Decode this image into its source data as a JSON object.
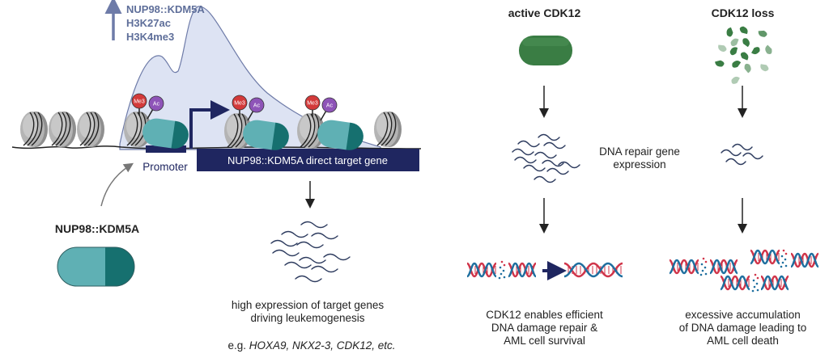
{
  "left_panel": {
    "peak_marks": [
      "NUP98::KDM5A",
      "H3K27ac",
      "H3K4me3"
    ],
    "promoter_label": "Promoter",
    "gene_label": "NUP98::KDM5A direct target gene",
    "modifications": {
      "methyl": "Me3",
      "acetyl": "Ac"
    },
    "fusion_protein_label": "NUP98::KDM5A",
    "outcome_lines": [
      "high expression of target genes",
      "driving leukemogenesis"
    ],
    "examples_prefix": "e.g.",
    "examples_italic": "HOXA9, NKX2-3, CDK12, etc."
  },
  "right_panel": {
    "col_active": {
      "title": "active CDK12",
      "outcome_lines": [
        "CDK12 enables efficient",
        "DNA damage repair &",
        "AML cell survival"
      ]
    },
    "col_loss": {
      "title": "CDK12 loss",
      "outcome_lines": [
        "excessive accumulation",
        "of DNA damage leading to",
        "AML cell death"
      ]
    },
    "middle_label_lines": [
      "DNA repair gene",
      "expression"
    ]
  },
  "colors": {
    "peak_fill": "#dde3f3",
    "peak_stroke": "#6e7ba8",
    "mark_text": "#5f6f9a",
    "gene_bar": "#1f2660",
    "teal_light": "#5fb0b4",
    "teal_dark": "#16706f",
    "cdk12_green": "#3a7d44",
    "me3_red": "#d33a3a",
    "ac_purple": "#8e54b8",
    "dna_red": "#d0354a",
    "dna_blue": "#1f6f9f",
    "histone_gray": "#b4b4b4"
  }
}
